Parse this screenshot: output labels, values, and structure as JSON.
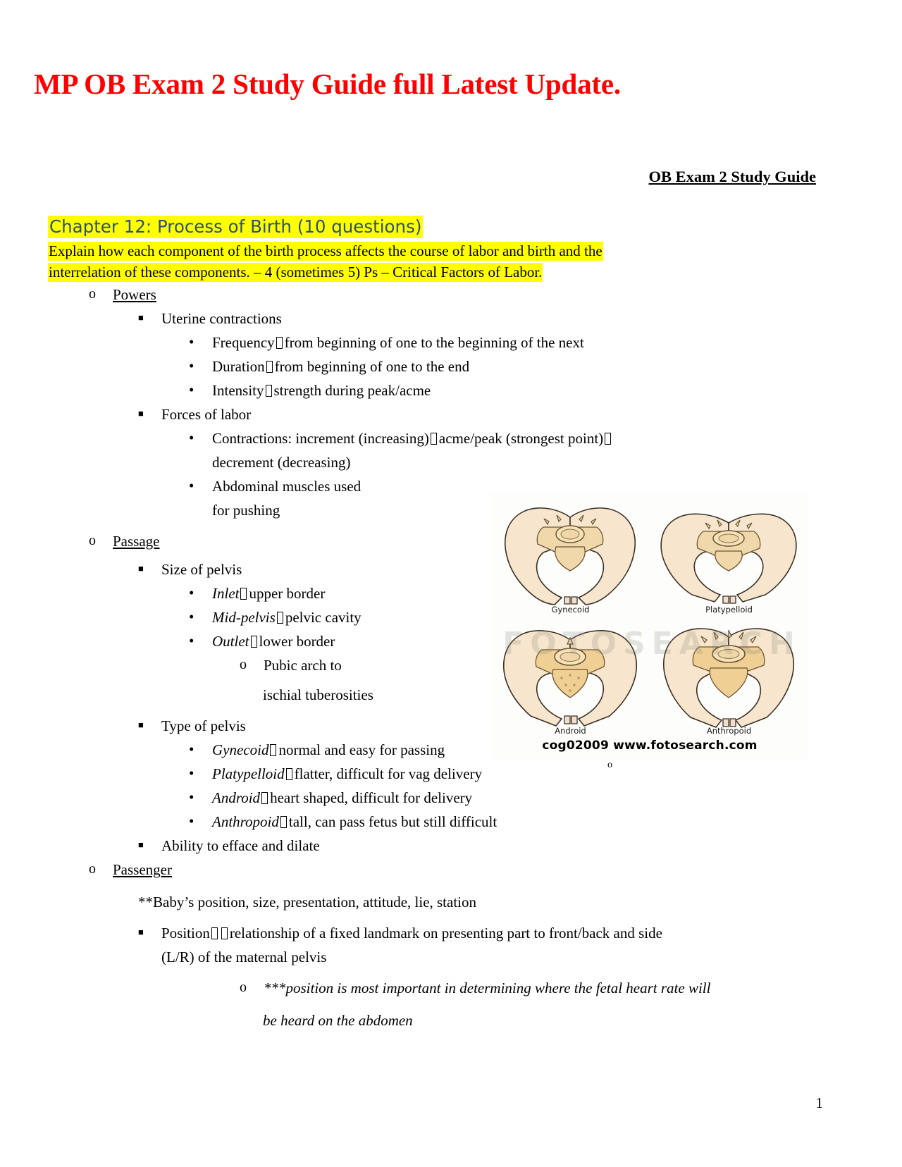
{
  "document": {
    "title": "MP OB Exam 2 Study Guide full Latest Update.",
    "header": "OB Exam 2 Study Guide",
    "page_number": "1"
  },
  "chapter": {
    "heading": "Chapter 12: Process of Birth (10 questions)",
    "intro_line_1": "Explain how each component of the birth process affects the course of labor and birth and the",
    "intro_line_2": "interrelation of these components. – 4 (sometimes 5) Ps – Critical Factors of Labor."
  },
  "outline": {
    "powers": {
      "label": "Powers",
      "uterine_contractions": {
        "label": "Uterine contractions",
        "points": [
          {
            "term": "Frequency",
            "desc": "from beginning of one to the beginning of the next"
          },
          {
            "term": "Duration",
            "desc": "from beginning of one to the end"
          },
          {
            "term": "Intensity",
            "desc": "strength during peak/acme"
          }
        ]
      },
      "forces_of_labor": {
        "label": "Forces of labor",
        "points": [
          {
            "text_before": "Contractions: increment (increasing)",
            "text_after": "acme/peak (strongest point)",
            "wrap": "decrement (decreasing)"
          },
          {
            "text": "Abdominal muscles used",
            "wrap": "for pushing"
          }
        ]
      }
    },
    "passage": {
      "label": "Passage",
      "size_of_pelvis": {
        "label": "Size of pelvis",
        "points": [
          {
            "term": "Inlet",
            "desc": "upper border"
          },
          {
            "term": "Mid-pelvis",
            "desc": "pelvic cavity"
          },
          {
            "term": "Outlet",
            "desc": "lower border",
            "sub": "Pubic arch to",
            "sub_wrap": "ischial tuberosities"
          }
        ]
      },
      "type_of_pelvis": {
        "label": "Type of pelvis",
        "points": [
          {
            "term": "Gynecoid",
            "desc": "normal and easy for passing"
          },
          {
            "term": "Platypelloid",
            "desc": "flatter, difficult for vag delivery"
          },
          {
            "term": "Android",
            "desc": "heart shaped, difficult for delivery"
          },
          {
            "term": "Anthropoid",
            "desc": "tall, can pass fetus but still difficult"
          }
        ]
      },
      "ability": "Ability to efface and dilate"
    },
    "passenger": {
      "label": "Passenger",
      "note": "**Baby’s position, size, presentation, attitude, lie, station",
      "position": {
        "term": "Position",
        "desc": "relationship of a fixed landmark on presenting part to front/back and side",
        "wrap": "(L/R) of the maternal pelvis",
        "sub_italic_line_1": "***position is most important in determining where the fetal heart rate will",
        "sub_italic_line_2": "be heard on the abdomen"
      }
    }
  },
  "figure": {
    "labels": [
      "Gynecoid",
      "Platypelloid",
      "Android",
      "Anthropoid"
    ],
    "watermark": "FOTOSEARCH",
    "caption": "cog02009  www.fotosearch.com"
  },
  "colors": {
    "title_red": "#ff0000",
    "heading_blue": "#2e5070",
    "highlight_yellow": "#ffff00",
    "bone_fill": "#f6e3c8",
    "bone_outline": "#3a3226"
  }
}
